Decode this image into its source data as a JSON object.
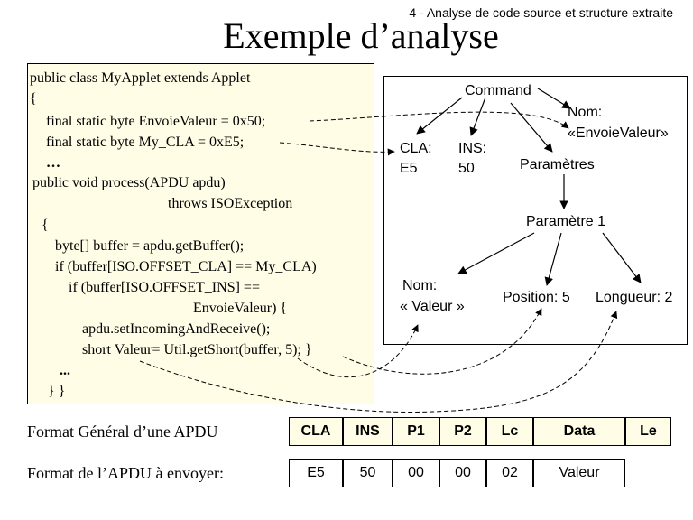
{
  "header": {
    "subtitle": "4 - Analyse de code source et structure extraite",
    "title": "Exemple d’analyse"
  },
  "code": {
    "lines": [
      "public class MyApplet extends Applet",
      "{",
      "final static byte EnvoieValeur = 0x50;",
      "final static byte My_CLA = 0xE5;",
      "…",
      "public void process(APDU apdu)",
      "throws  ISOException",
      "{",
      "byte[] buffer = apdu.getBuffer();",
      "if (buffer[ISO.OFFSET_CLA] == My_CLA)",
      "if (buffer[ISO.OFFSET_INS] ==",
      "EnvoieValeur) {",
      "apdu.setIncomingAndReceive();",
      "short Valeur= Util.getShort(buffer, 5); }",
      "...",
      "}   }"
    ]
  },
  "tree": {
    "command": "Command",
    "cla_label": "CLA:",
    "cla_value": "E5",
    "ins_label": "INS:",
    "ins_value": "50",
    "nom_label": "Nom:",
    "nom_value": "«EnvoieValeur»",
    "params": "Paramètres",
    "param1": "Paramètre 1",
    "p_nom_label": "Nom:",
    "p_nom_value": "« Valeur »",
    "position": "Position: 5",
    "longueur": "Longueur: 2"
  },
  "apdu": {
    "general_label": "Format Général d’une APDU",
    "send_label": "Format de l’APDU à envoyer:",
    "headers": [
      "CLA",
      "INS",
      "P1",
      "P2",
      "Lc",
      "Data",
      "Le"
    ],
    "values": [
      "E5",
      "50",
      "00",
      "00",
      "02",
      "Valeur"
    ]
  }
}
